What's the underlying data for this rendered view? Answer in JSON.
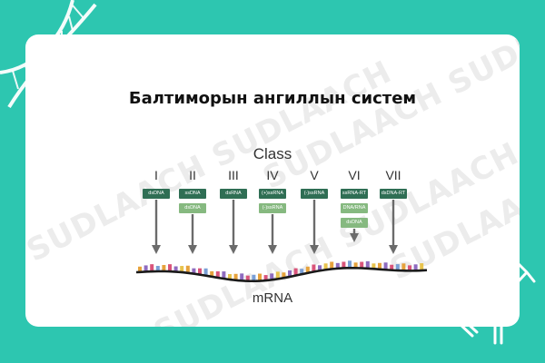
{
  "title": "Балтиморын ангиллын систем",
  "class_heading": "Class",
  "watermark": "SUDLAACH SUDLAACH",
  "mrna_label": "mRNA",
  "colors": {
    "background": "#2dc6b0",
    "card": "#ffffff",
    "box_dark": "#2f6e54",
    "box_light": "#86b980",
    "arrow": "#6b6b6b",
    "strand": "#1a1a1a"
  },
  "classes": [
    {
      "numeral": "I",
      "boxes": [
        "dsDNA"
      ]
    },
    {
      "numeral": "II",
      "boxes": [
        "ssDNA",
        "dsDNA"
      ]
    },
    {
      "numeral": "III",
      "boxes": [
        "dsRNA"
      ]
    },
    {
      "numeral": "IV",
      "boxes": [
        "(+)ssRNA",
        "(-)ssRNA"
      ]
    },
    {
      "numeral": "V",
      "boxes": [
        "(-)ssRNA"
      ]
    },
    {
      "numeral": "VI",
      "boxes": [
        "ssRNA-RT",
        "DNA/RNA",
        "dsDNA"
      ]
    },
    {
      "numeral": "VII",
      "boxes": [
        "dsDNA-RT"
      ]
    }
  ]
}
